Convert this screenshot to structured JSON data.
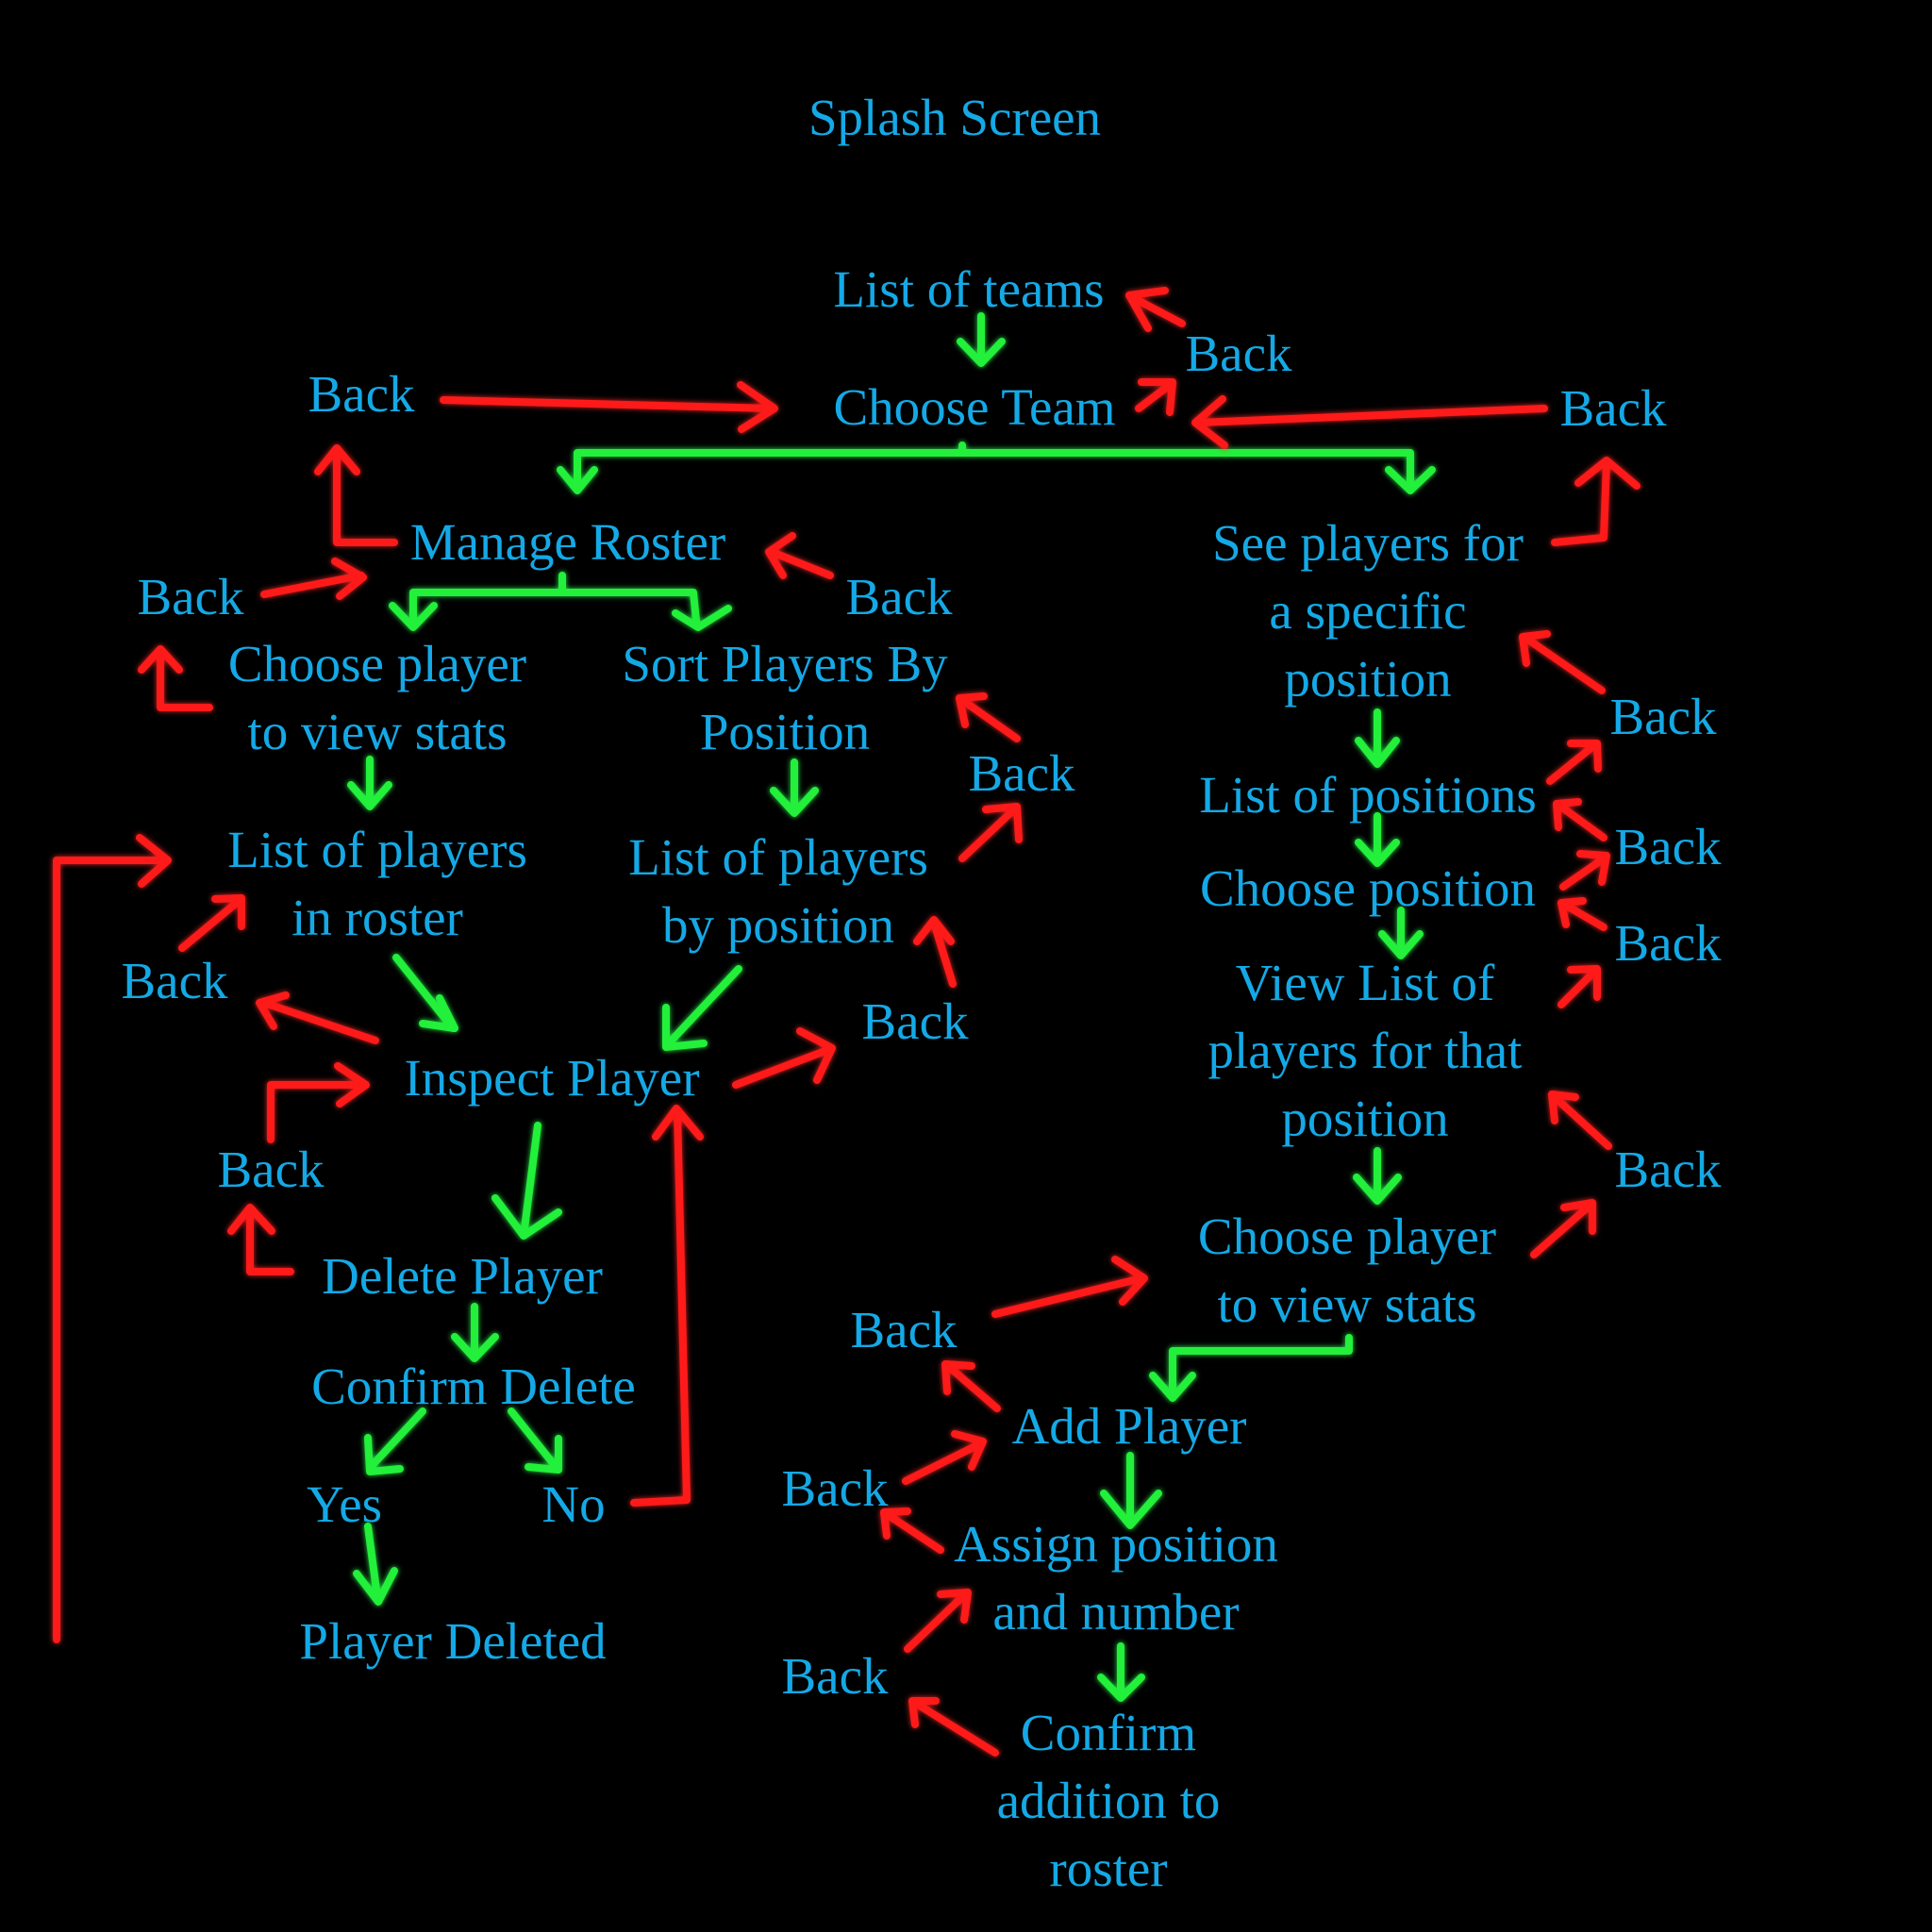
{
  "diagram": {
    "colors": {
      "background": "#000000",
      "text": "#14a9e6",
      "forward_arrow": "#22f03a",
      "back_arrow": "#ff1a1a"
    },
    "nodes": {
      "splash": "Splash Screen",
      "list_teams": "List of teams",
      "choose_team": "Choose Team",
      "manage_roster": "Manage Roster",
      "see_players_position": "See players for\na specific\nposition",
      "choose_player_view_stats_left": "Choose player\nto view stats",
      "sort_players_position": "Sort Players By\nPosition",
      "list_players_roster": "List of players\nin roster",
      "list_players_by_position": "List of players\nby position",
      "inspect_player": "Inspect Player",
      "delete_player": "Delete Player",
      "confirm_delete": "Confirm Delete",
      "yes": "Yes",
      "no": "No",
      "player_deleted": "Player Deleted",
      "list_positions": "List of positions",
      "choose_position": "Choose position",
      "view_list_position": "View List of\nplayers for that\nposition",
      "choose_player_view_stats_right": "Choose player\nto view stats",
      "add_player": "Add Player",
      "assign_position_number": "Assign position\nand number",
      "confirm_addition": "Confirm\naddition to\nroster"
    },
    "back_label": "Back"
  }
}
